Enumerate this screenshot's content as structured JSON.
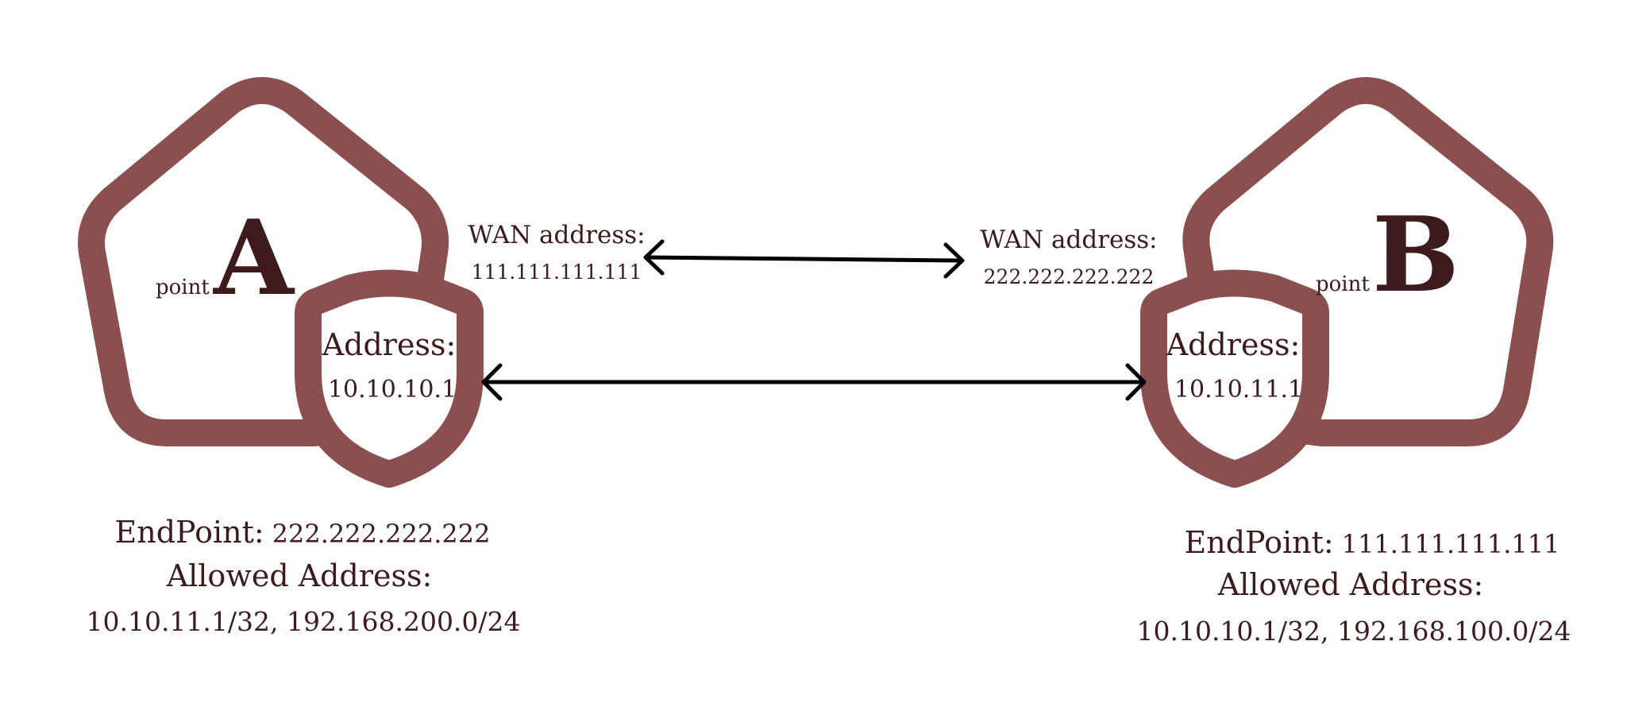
{
  "colors": {
    "shape_stroke": "#8b4f4f",
    "text": "#3d1a1c",
    "arrow": "#000000",
    "background": "#ffffff"
  },
  "icons": {
    "node_shape": "pentagon-icon",
    "security_badge": "shield-icon",
    "link": "double-headed-arrow-icon"
  },
  "point_a": {
    "prefix": "point",
    "letter": "A",
    "address_label": "Address:",
    "address_value": "10.10.10.1",
    "wan_label": "WAN address:",
    "wan_value": "111.111.111.111",
    "endpoint_label": "EndPoint:",
    "endpoint_value": "222.222.222.222",
    "allowed_label": "Allowed Address:",
    "allowed_value": "10.10.11.1/32, 192.168.200.0/24"
  },
  "point_b": {
    "prefix": "point",
    "letter": "B",
    "address_label": "Address:",
    "address_value": "10.10.11.1",
    "wan_label": "WAN address:",
    "wan_value": "222.222.222.222",
    "endpoint_label": "EndPoint:",
    "endpoint_value": "111.111.111.111",
    "allowed_label": "Allowed Address:",
    "allowed_value": "10.10.10.1/32, 192.168.100.0/24"
  }
}
